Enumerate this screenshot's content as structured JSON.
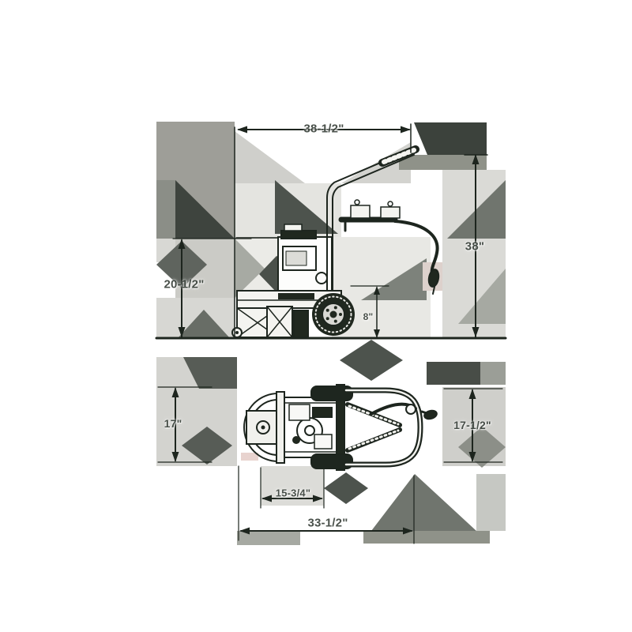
{
  "colors": {
    "line": "#1d251e",
    "label_text": "#3b433c",
    "background": "#ffffff",
    "artifact_dark": "#3c423c",
    "artifact_mid": "#8f9289",
    "artifact_light": "#d8d8d4",
    "artifact_pink": "#ddd1cc"
  },
  "side_view": {
    "overall_length": "38-1/2\"",
    "overall_height": "38\"",
    "body_height": "20-1/2\"",
    "wheel_diameter": "8\""
  },
  "top_view": {
    "body_width": "17\"",
    "overall_width": "17-1/2\"",
    "frame_length": "15-3/4\"",
    "overall_length": "33-1/2\""
  }
}
